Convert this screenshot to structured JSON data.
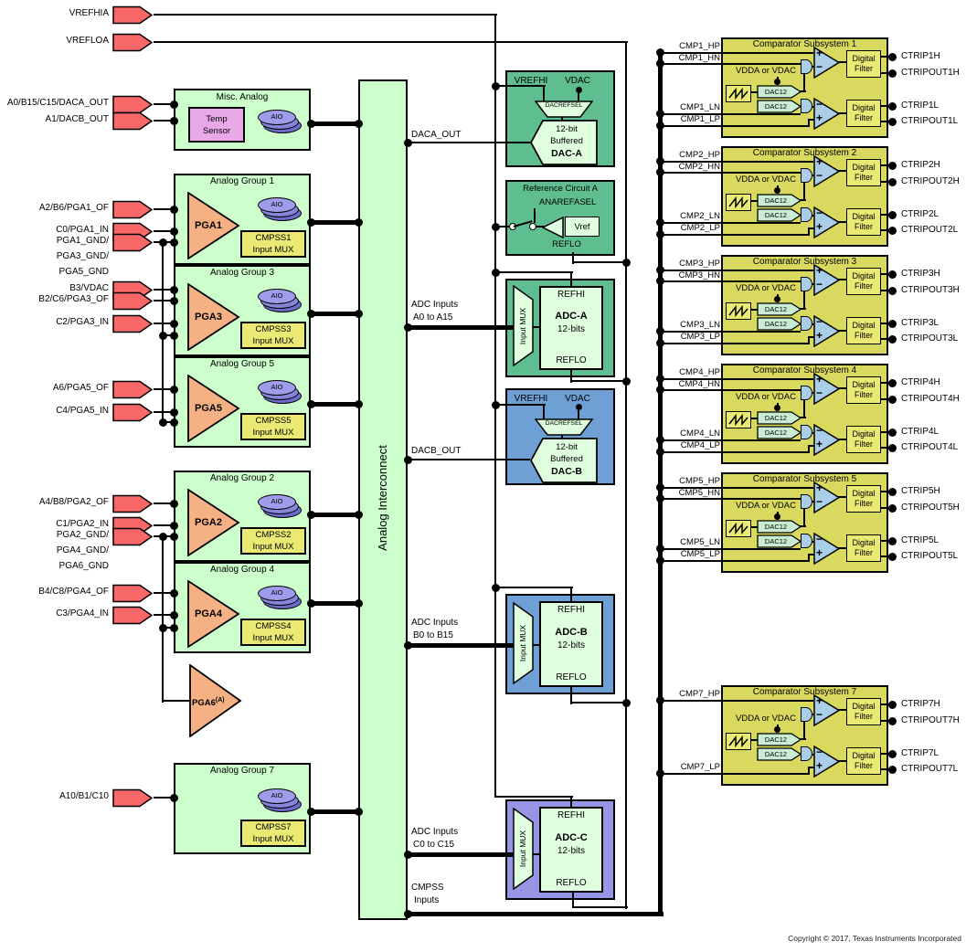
{
  "labels": {
    "aio": "AIO",
    "dac12": "DAC12",
    "vdda": "VDDA or VDAC",
    "digital": "Digital",
    "filter": "Filter",
    "interconnect": "Analog Interconnect",
    "input_mux": "Input MUX",
    "copyright": "Copyright © 2017, Texas Instruments Incorporated"
  },
  "arrows": {
    "vrefhia": "VREFHIA",
    "vrefloa": "VREFLOA",
    "daca_out_pin": "A0/B15/C15/DACA_OUT",
    "dacb_out_pin": "A1/DACB_OUT",
    "pga1_of": "A2/B6/PGA1_OF",
    "pga1_in": "C0/PGA1_IN",
    "gnd135_1": "PGA1_GND/",
    "gnd135_2": "PGA3_GND/",
    "gnd135_3": "PGA5_GND",
    "b3_vdac": "B3/VDAC",
    "pga3_of": "B2/C6/PGA3_OF",
    "pga3_in": "C2/PGA3_IN",
    "pga5_of": "A6/PGA5_OF",
    "pga5_in": "C4/PGA5_IN",
    "pga2_of": "A4/B8/PGA2_OF",
    "pga2_in": "C1/PGA2_IN",
    "gnd246_1": "PGA2_GND/",
    "gnd246_2": "PGA4_GND/",
    "gnd246_3": "PGA6_GND",
    "pga4_of": "B4/C8/PGA4_OF",
    "pga4_in": "C3/PGA4_IN",
    "a10": "A10/B1/C10"
  },
  "misc": {
    "title": "Misc. Analog",
    "temp_line1": "Temp",
    "temp_line2": "Sensor"
  },
  "groups": [
    {
      "title": "Analog Group 1",
      "pga": "PGA1",
      "mux_line1": "CMPSS1",
      "mux_line2": "Input MUX"
    },
    {
      "title": "Analog Group 3",
      "pga": "PGA3",
      "mux_line1": "CMPSS3",
      "mux_line2": "Input MUX"
    },
    {
      "title": "Analog Group 5",
      "pga": "PGA5",
      "mux_line1": "CMPSS5",
      "mux_line2": "Input MUX"
    },
    {
      "title": "Analog Group 2",
      "pga": "PGA2",
      "mux_line1": "CMPSS2",
      "mux_line2": "Input MUX"
    },
    {
      "title": "Analog Group 4",
      "pga": "PGA4",
      "mux_line1": "CMPSS4",
      "mux_line2": "Input MUX"
    },
    {
      "title": "Analog Group 7",
      "mux_line1": "CMPSS7",
      "mux_line2": "Input MUX"
    }
  ],
  "pga6": {
    "name": "PGA6",
    "sup": "(A)"
  },
  "daca": {
    "vrefhi": "VREFHI",
    "vdac": "VDAC",
    "refsel": "DACREFSEL",
    "line1": "12-bit",
    "line2": "Buffered",
    "name": "DAC-A"
  },
  "dacb": {
    "vrefhi": "VREFHI",
    "vdac": "VDAC",
    "refsel": "DACREFSEL",
    "line1": "12-bit",
    "line2": "Buffered",
    "name": "DAC-B"
  },
  "refa": {
    "title": "Reference Circuit A",
    "sel": "ANAREFASEL",
    "vref": "Vref",
    "reflo": "REFLO"
  },
  "adca": {
    "refhi": "REFHI",
    "name": "ADC-A",
    "bits": "12-bits",
    "reflo": "REFLO"
  },
  "adcb": {
    "refhi": "REFHI",
    "name": "ADC-B",
    "bits": "12-bits",
    "reflo": "REFLO"
  },
  "adcc": {
    "refhi": "REFHI",
    "name": "ADC-C",
    "bits": "12-bits",
    "reflo": "REFLO"
  },
  "buses": {
    "daca_out": "DACA_OUT",
    "dacb_out": "DACB_OUT",
    "adc_a_line1": "ADC Inputs",
    "adc_a_line2": "A0 to A15",
    "adc_b_line1": "ADC Inputs",
    "adc_b_line2": "B0 to B15",
    "adc_c_line1": "ADC Inputs",
    "adc_c_line2": "C0 to C15",
    "cmpss_line1": "CMPSS",
    "cmpss_line2": "Inputs"
  },
  "comparators": [
    {
      "title": "Comparator Subsystem 1",
      "in_hp": "CMP1_HP",
      "in_hn": "CMP1_HN",
      "in_ln": "CMP1_LN",
      "in_lp": "CMP1_LP",
      "out_h1": "CTRIP1H",
      "out_h2": "CTRIPOUT1H",
      "out_l1": "CTRIP1L",
      "out_l2": "CTRIPOUT1L"
    },
    {
      "title": "Comparator Subsystem 2",
      "in_hp": "CMP2_HP",
      "in_hn": "CMP2_HN",
      "in_ln": "CMP2_LN",
      "in_lp": "CMP2_LP",
      "out_h1": "CTRIP2H",
      "out_h2": "CTRIPOUT2H",
      "out_l1": "CTRIP2L",
      "out_l2": "CTRIPOUT2L"
    },
    {
      "title": "Comparator Subsystem 3",
      "in_hp": "CMP3_HP",
      "in_hn": "CMP3_HN",
      "in_ln": "CMP3_LN",
      "in_lp": "CMP3_LP",
      "out_h1": "CTRIP3H",
      "out_h2": "CTRIPOUT3H",
      "out_l1": "CTRIP3L",
      "out_l2": "CTRIPOUT3L"
    },
    {
      "title": "Comparator Subsystem 4",
      "in_hp": "CMP4_HP",
      "in_hn": "CMP4_HN",
      "in_ln": "CMP4_LN",
      "in_lp": "CMP4_LP",
      "out_h1": "CTRIP4H",
      "out_h2": "CTRIPOUT4H",
      "out_l1": "CTRIP4L",
      "out_l2": "CTRIPOUT4L"
    },
    {
      "title": "Comparator Subsystem 5",
      "in_hp": "CMP5_HP",
      "in_hn": "CMP5_HN",
      "in_ln": "CMP5_LN",
      "in_lp": "CMP5_LP",
      "out_h1": "CTRIP5H",
      "out_h2": "CTRIPOUT5H",
      "out_l1": "CTRIP5L",
      "out_l2": "CTRIPOUT5L"
    },
    {
      "title": "Comparator Subsystem 7",
      "in_hp": "CMP7_HP",
      "in_lp": "CMP7_LP",
      "out_h1": "CTRIP7H",
      "out_h2": "CTRIPOUT7H",
      "out_l1": "CTRIP7L",
      "out_l2": "CTRIPOUT7L"
    }
  ],
  "colors": {
    "block_green": "#CCFFCC",
    "teal": "#5EBE90",
    "blue": "#6FA0D5",
    "purple": "#9696E4",
    "yellow": "#D9D95F",
    "yellow_box": "#E9E973",
    "mint": "#C8EDD3",
    "comp_blue": "#AACDE8",
    "red": "#F96868",
    "pink": "#E9A9E9",
    "aio": "#9D9DEB",
    "aio_mid": "#8585D9",
    "aio_dark": "#6B6BC8",
    "orange": "#F5B183",
    "light": "#DFFFDF",
    "wire": "#000000"
  }
}
